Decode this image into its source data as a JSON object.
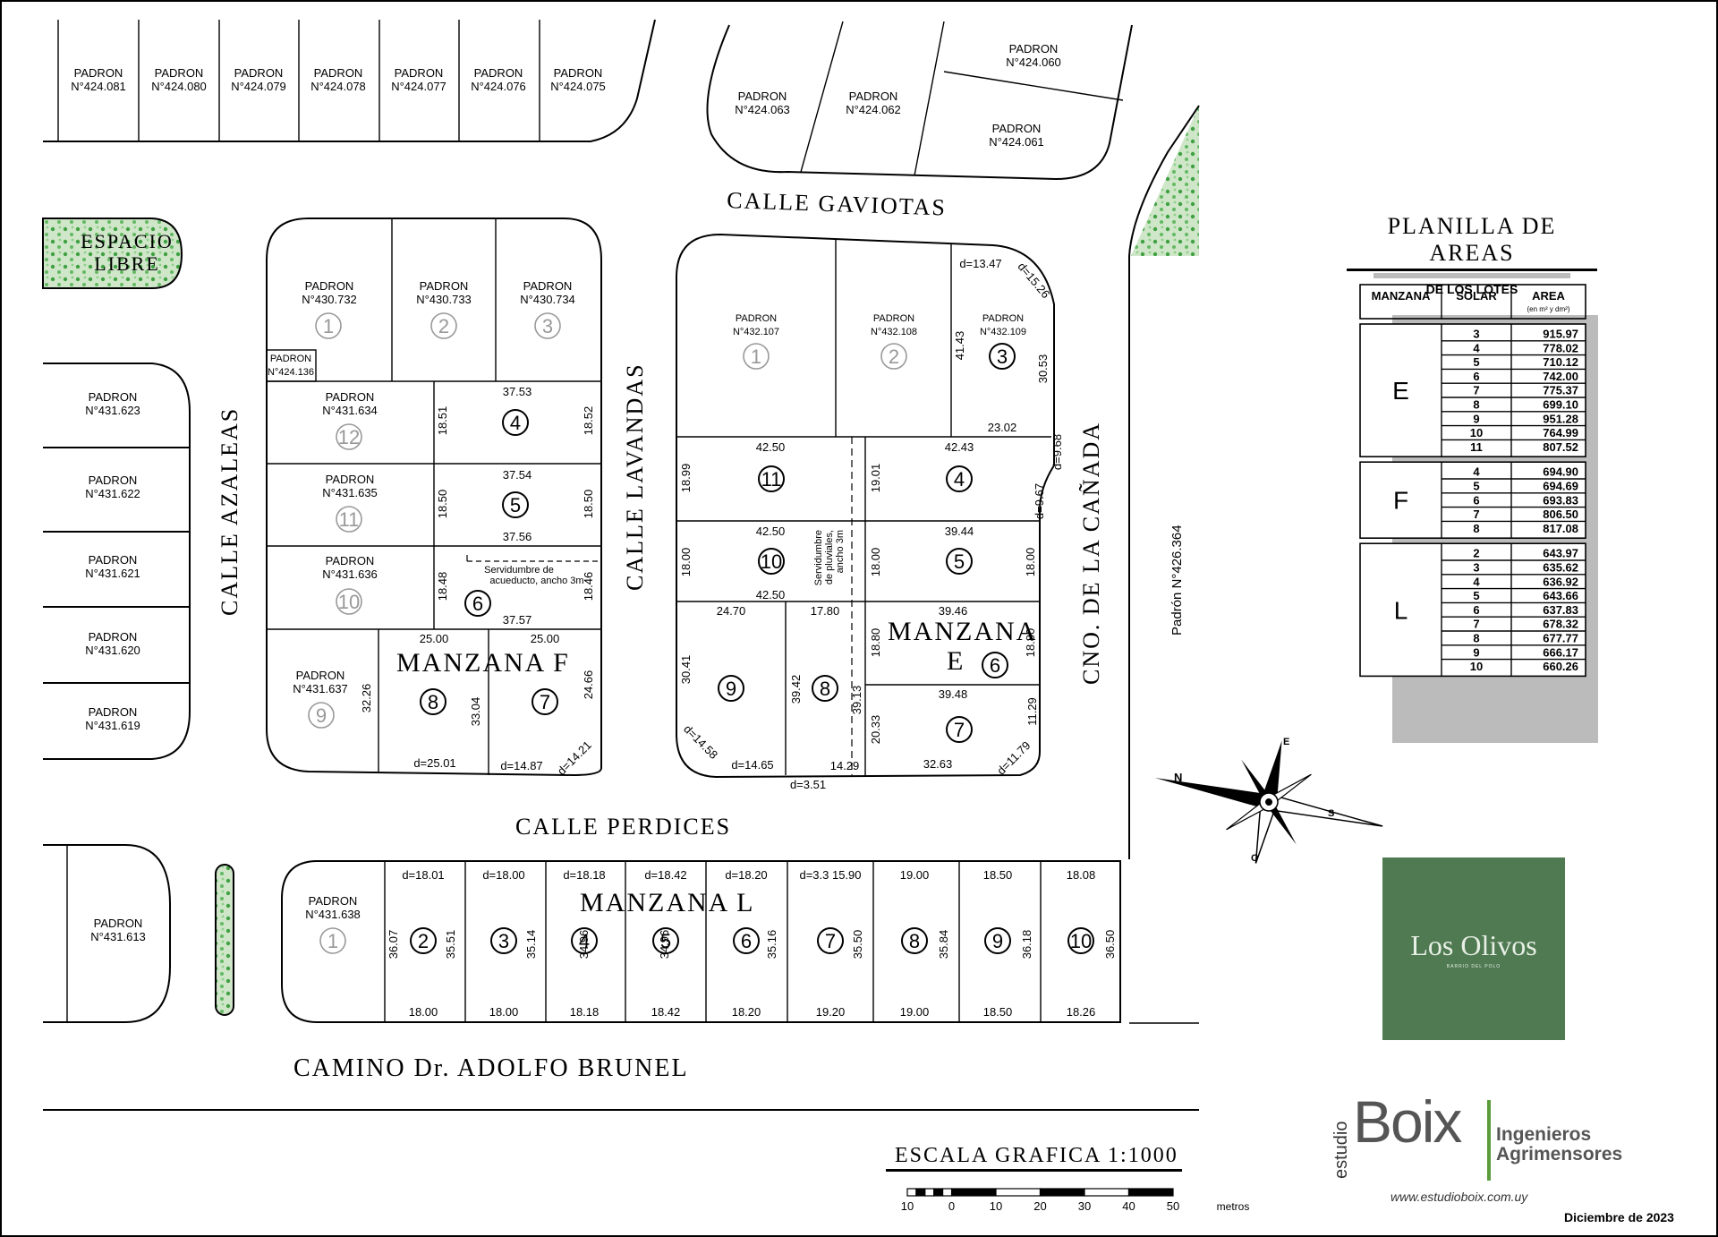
{
  "streets": {
    "gaviotas": "CALLE GAVIOTAS",
    "lavandas": "CALLE LAVANDAS",
    "azaleas": "CALLE AZALEAS",
    "perdices": "CALLE PERDICES",
    "canada": "CNO. DE LA CAÑADA",
    "brunel": "CAMINO Dr. ADOLFO BRUNEL"
  },
  "espacio_libre": [
    "ESPACIO",
    "LIBRE"
  ],
  "padron_word": "PADRON",
  "padron_top_row": [
    "N°424.081",
    "N°424.080",
    "N°424.079",
    "N°424.078",
    "N°424.077",
    "N°424.076",
    "N°424.075"
  ],
  "padron_top_right": [
    "N°424.063",
    "N°424.062",
    "N°424.060",
    "N°424.061"
  ],
  "padron_left": [
    "N°431.623",
    "N°431.622",
    "N°431.621",
    "N°431.620",
    "N°431.619",
    "N°431.613"
  ],
  "padron_f": [
    "N°430.732",
    "N°430.733",
    "N°430.734",
    "N°424.136",
    "N°431.634",
    "N°431.635",
    "N°431.636",
    "N°431.637"
  ],
  "padron_e": [
    "N°432.107",
    "N°432.108",
    "N°432.109"
  ],
  "padron_l": "N°431.638",
  "padron_right_vertical": "Padrón N°426.364",
  "manzanas": {
    "f": "MANZANA F",
    "e1": "MANZANA",
    "e2": "E",
    "l": "MANZANA L"
  },
  "servidumbre_acueducto": [
    "Servidumbre de",
    "acueducto, ancho 3m"
  ],
  "servidumbre_pluviales": [
    "Servidumbre",
    "de pluviales,",
    "ancho 3m"
  ],
  "dims": {
    "f": [
      "37.53",
      "18.51",
      "18.52",
      "37.54",
      "18.50",
      "18.50",
      "37.56",
      "18.48",
      "18.46",
      "37.57",
      "25.00",
      "25.00",
      "32.26",
      "33.04",
      "24.66",
      "d=25.01",
      "d=14.87",
      "d=14.21"
    ],
    "e": [
      "d=13.47",
      "d=15.26",
      "41.43",
      "30.53",
      "23.02",
      "d=9.68",
      "42.50",
      "42.43",
      "18.99",
      "19.01",
      "d=9.67",
      "42.50",
      "39.44",
      "18.00",
      "18.00",
      "18.00",
      "42.50",
      "24.70",
      "17.80",
      "39.46",
      "30.41",
      "39.42",
      "18.80",
      "18.80",
      "39.13",
      "39.48",
      "20.33",
      "11.29",
      "d=14.58",
      "d=14.65",
      "14.29",
      "32.63",
      "d=11.79",
      "d=3.51"
    ],
    "l_top": [
      "d=18.01",
      "d=18.00",
      "d=18.18",
      "d=18.42",
      "d=18.20",
      "d=3.3 15.90",
      "19.00",
      "18.50",
      "18.08"
    ],
    "l_side": [
      "36.07",
      "35.51",
      "35.14",
      "34.96",
      "34.96",
      "35.16",
      "35.50",
      "35.84",
      "36.18",
      "36.50"
    ],
    "l_bottom": [
      "18.00",
      "18.00",
      "18.18",
      "18.42",
      "18.20",
      "19.20",
      "19.00",
      "18.50",
      "18.26"
    ]
  },
  "lots": {
    "f": [
      "1",
      "2",
      "3",
      "12",
      "4",
      "11",
      "5",
      "10",
      "6",
      "9",
      "8",
      "7"
    ],
    "e": [
      "1",
      "2",
      "3",
      "11",
      "4",
      "10",
      "5",
      "9",
      "8",
      "6",
      "7"
    ],
    "l": [
      "1",
      "2",
      "3",
      "4",
      "5",
      "6",
      "7",
      "8",
      "9",
      "10"
    ]
  },
  "planilla": {
    "title": "PLANILLA DE AREAS",
    "subtitle": "DE LOS LOTES",
    "headers": [
      "MANZANA",
      "SOLAR",
      "AREA"
    ],
    "area_unit": "(en m² y dm²)",
    "groups": [
      {
        "manzana": "E",
        "rows": [
          [
            "3",
            "915.97"
          ],
          [
            "4",
            "778.02"
          ],
          [
            "5",
            "710.12"
          ],
          [
            "6",
            "742.00"
          ],
          [
            "7",
            "775.37"
          ],
          [
            "8",
            "699.10"
          ],
          [
            "9",
            "951.28"
          ],
          [
            "10",
            "764.99"
          ],
          [
            "11",
            "807.52"
          ]
        ]
      },
      {
        "manzana": "F",
        "rows": [
          [
            "4",
            "694.90"
          ],
          [
            "5",
            "694.69"
          ],
          [
            "6",
            "693.83"
          ],
          [
            "7",
            "806.50"
          ],
          [
            "8",
            "817.08"
          ]
        ]
      },
      {
        "manzana": "L",
        "rows": [
          [
            "2",
            "643.97"
          ],
          [
            "3",
            "635.62"
          ],
          [
            "4",
            "636.92"
          ],
          [
            "5",
            "643.66"
          ],
          [
            "6",
            "637.83"
          ],
          [
            "7",
            "678.32"
          ],
          [
            "8",
            "677.77"
          ],
          [
            "9",
            "666.17"
          ],
          [
            "10",
            "660.26"
          ]
        ]
      }
    ]
  },
  "compass": {
    "n": "N",
    "s": "S",
    "e": "E",
    "o": "O"
  },
  "escala": {
    "title": "ESCALA GRAFICA 1:1000",
    "ticks": [
      "10",
      "0",
      "10",
      "20",
      "30",
      "40",
      "50"
    ],
    "unit": "metros"
  },
  "logo_olivos": {
    "name": "Los Olivos",
    "tag": "BARRIO DEL POLO"
  },
  "boix": {
    "estudio": "estudio",
    "word": "Boix",
    "ing1": "Ingenieros",
    "ing2": "Agrimensores",
    "url": "www.estudioboix.com.uy"
  },
  "fecha": "Diciembre de 2023",
  "colors": {
    "green_logo": "#4f7a52",
    "boix_bar": "#5a9b3a"
  }
}
